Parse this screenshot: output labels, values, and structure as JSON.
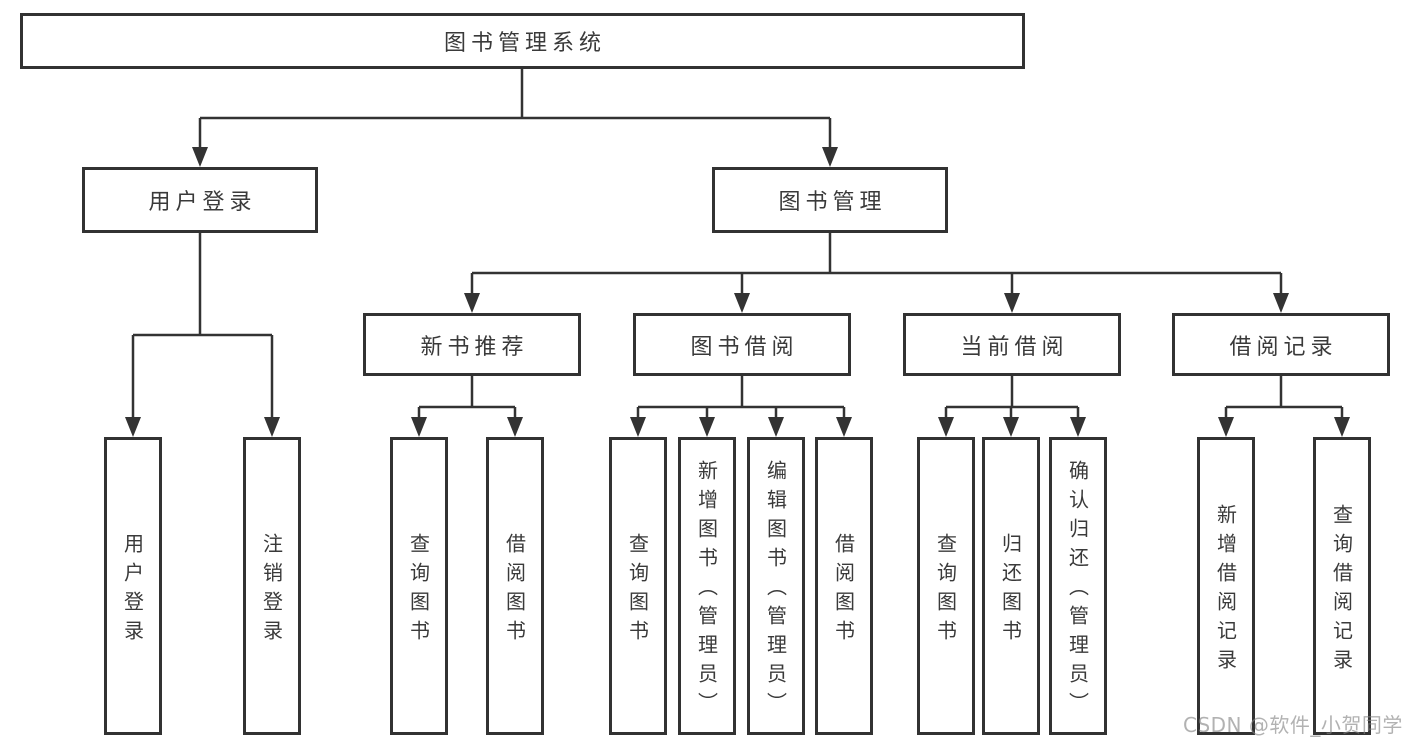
{
  "diagram": {
    "title": "图书管理系统",
    "branches": [
      {
        "label": "用户登录",
        "children": [
          {
            "label": "用户登录"
          },
          {
            "label": "注销登录"
          }
        ]
      },
      {
        "label": "图书管理",
        "children": [
          {
            "label": "新书推荐",
            "children": [
              {
                "label": "查询图书"
              },
              {
                "label": "借阅图书"
              }
            ]
          },
          {
            "label": "图书借阅",
            "children": [
              {
                "label": "查询图书"
              },
              {
                "label": "新增图书（管理员）"
              },
              {
                "label": "编辑图书（管理员）"
              },
              {
                "label": "借阅图书"
              }
            ]
          },
          {
            "label": "当前借阅",
            "children": [
              {
                "label": "查询图书"
              },
              {
                "label": "归还图书"
              },
              {
                "label": "确认归还（管理员）"
              }
            ]
          },
          {
            "label": "借阅记录",
            "children": [
              {
                "label": "新增借阅记录"
              },
              {
                "label": "查询借阅记录"
              }
            ]
          }
        ]
      }
    ]
  },
  "watermark": "CSDN @软件_小贺同学",
  "colors": {
    "line": "#333333",
    "border": "#323232",
    "text": "#3a3a3a",
    "background": "#ffffff",
    "watermark": "#828282"
  }
}
